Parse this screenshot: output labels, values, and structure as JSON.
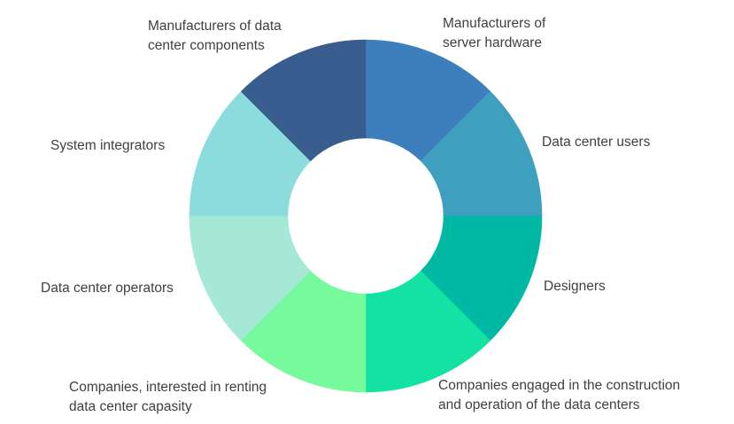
{
  "segments": [
    {
      "id": "manufacturers-server-hardware",
      "label": [
        "Manufacturers of",
        "server hardware"
      ],
      "color": "#3d7ebd"
    },
    {
      "id": "data-center-users",
      "label": [
        "Data center users"
      ],
      "color": "#3e9fbf"
    },
    {
      "id": "designers",
      "label": [
        "Designers"
      ],
      "color": "#00b8a3"
    },
    {
      "id": "companies-construction-operation",
      "label": [
        "Companies engaged in the construction",
        "and operation of the data centers"
      ],
      "color": "#13e2a2"
    },
    {
      "id": "companies-renting-capacity",
      "label": [
        "Companies, interested in renting",
        "data center capasity"
      ],
      "color": "#76fa9b"
    },
    {
      "id": "data-center-operators",
      "label": [
        "Data center operators"
      ],
      "color": "#a4e8d5"
    },
    {
      "id": "system-integrators",
      "label": [
        "System integrators"
      ],
      "color": "#8ddcdd"
    },
    {
      "id": "manufacturers-components",
      "label": [
        "Manufacturers of data",
        "center components"
      ],
      "color": "#395d8e"
    }
  ],
  "text_color": "#404040",
  "background": "#ffffff"
}
